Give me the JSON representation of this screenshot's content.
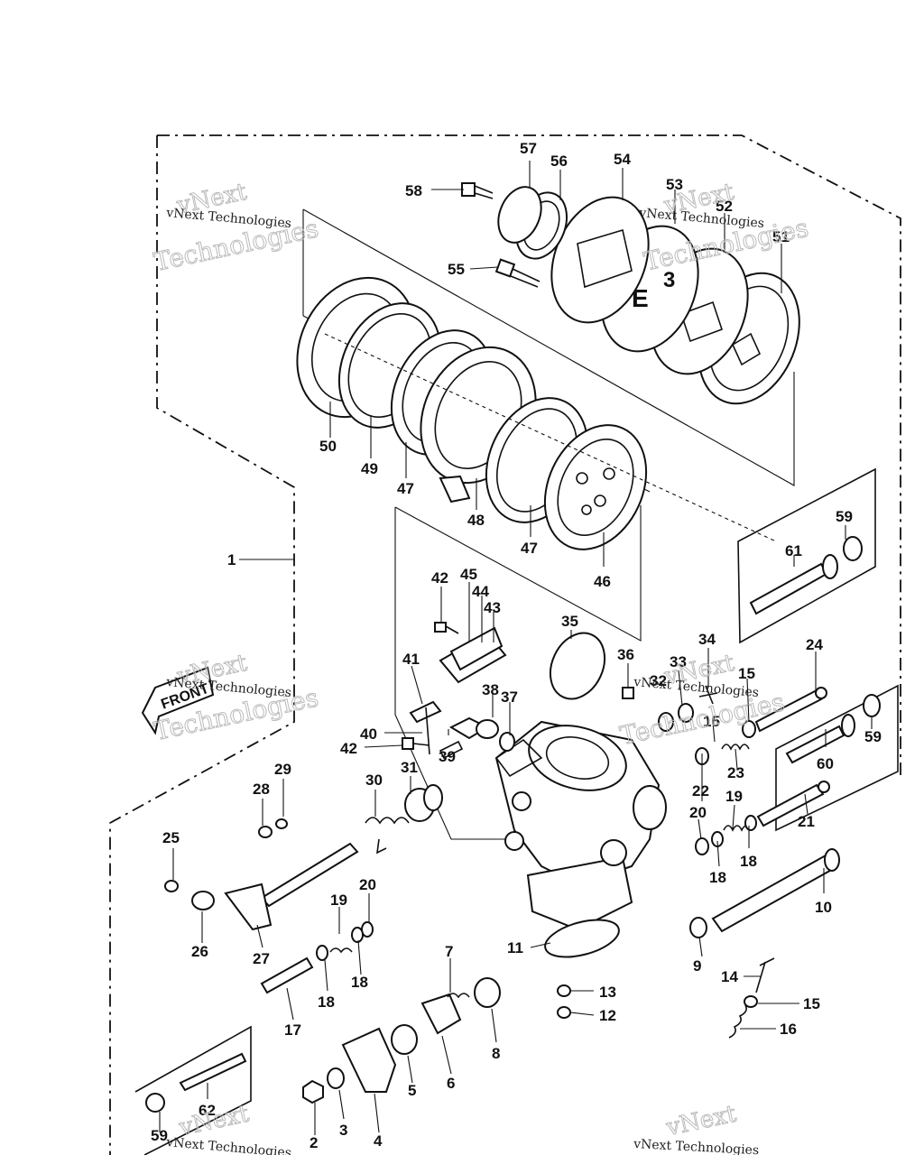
{
  "labels": {
    "p1": "1",
    "p2": "2",
    "p3": "3",
    "p4": "4",
    "p5": "5",
    "p6": "6",
    "p7": "7",
    "p8": "8",
    "p9": "9",
    "p10": "10",
    "p11": "11",
    "p12": "12",
    "p13": "13",
    "p14": "14",
    "p15a": "15",
    "p15b": "15",
    "p15c": "15",
    "p16": "16",
    "p17": "17",
    "p18a": "18",
    "p18b": "18",
    "p18c": "18",
    "p18d": "18",
    "p19a": "19",
    "p19b": "19",
    "p20a": "20",
    "p20b": "20",
    "p21": "21",
    "p22": "22",
    "p23": "23",
    "p24": "24",
    "p25": "25",
    "p26": "26",
    "p27": "27",
    "p28": "28",
    "p29": "29",
    "p30": "30",
    "p31": "31",
    "p32": "32",
    "p33": "33",
    "p34": "34",
    "p35": "35",
    "p36": "36",
    "p37": "37",
    "p38": "38",
    "p39": "39",
    "p40": "40",
    "p41": "41",
    "p42a": "42",
    "p42b": "42",
    "p43": "43",
    "p44": "44",
    "p45": "45",
    "p46": "46",
    "p47a": "47",
    "p47b": "47",
    "p48": "48",
    "p49": "49",
    "p50": "50",
    "p51": "51",
    "p52": "52",
    "p53": "53",
    "p54": "54",
    "p55": "55",
    "p56": "56",
    "p57": "57",
    "p58": "58",
    "p59a": "59",
    "p59b": "59",
    "p59c": "59",
    "p60": "60",
    "p61": "61",
    "p62": "62"
  },
  "front_arrow_text": "FRONT",
  "watermark": {
    "brand_line1": "vNext",
    "brand_line2": "Technologies",
    "small_text": "vNext Technologies"
  }
}
